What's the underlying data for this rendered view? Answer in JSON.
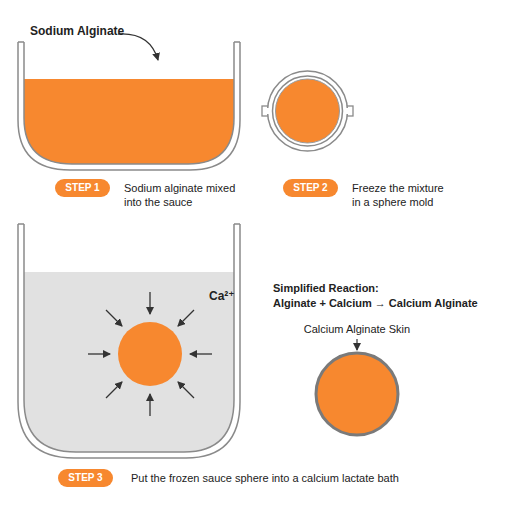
{
  "diagram": {
    "nodes": [
      {
        "text": [
          "STEP 1"
        ]
      },
      {
        "text": [
          "STEP 2"
        ]
      },
      {
        "text": [
          "STEP 3"
        ]
      }
    ],
    "labels": [
      "Sodium Alginate",
      "Sodium alginate mixed into the sauce",
      "Freeze the mixture in a sphere mold",
      "Ca²⁺",
      "Simplified Reaction:",
      "Alginate + Calcium → Calcium Alginate",
      "Calcium Alginate Skin",
      "Put the frozen sauce sphere into a calcium lactate bath"
    ]
  }
}
